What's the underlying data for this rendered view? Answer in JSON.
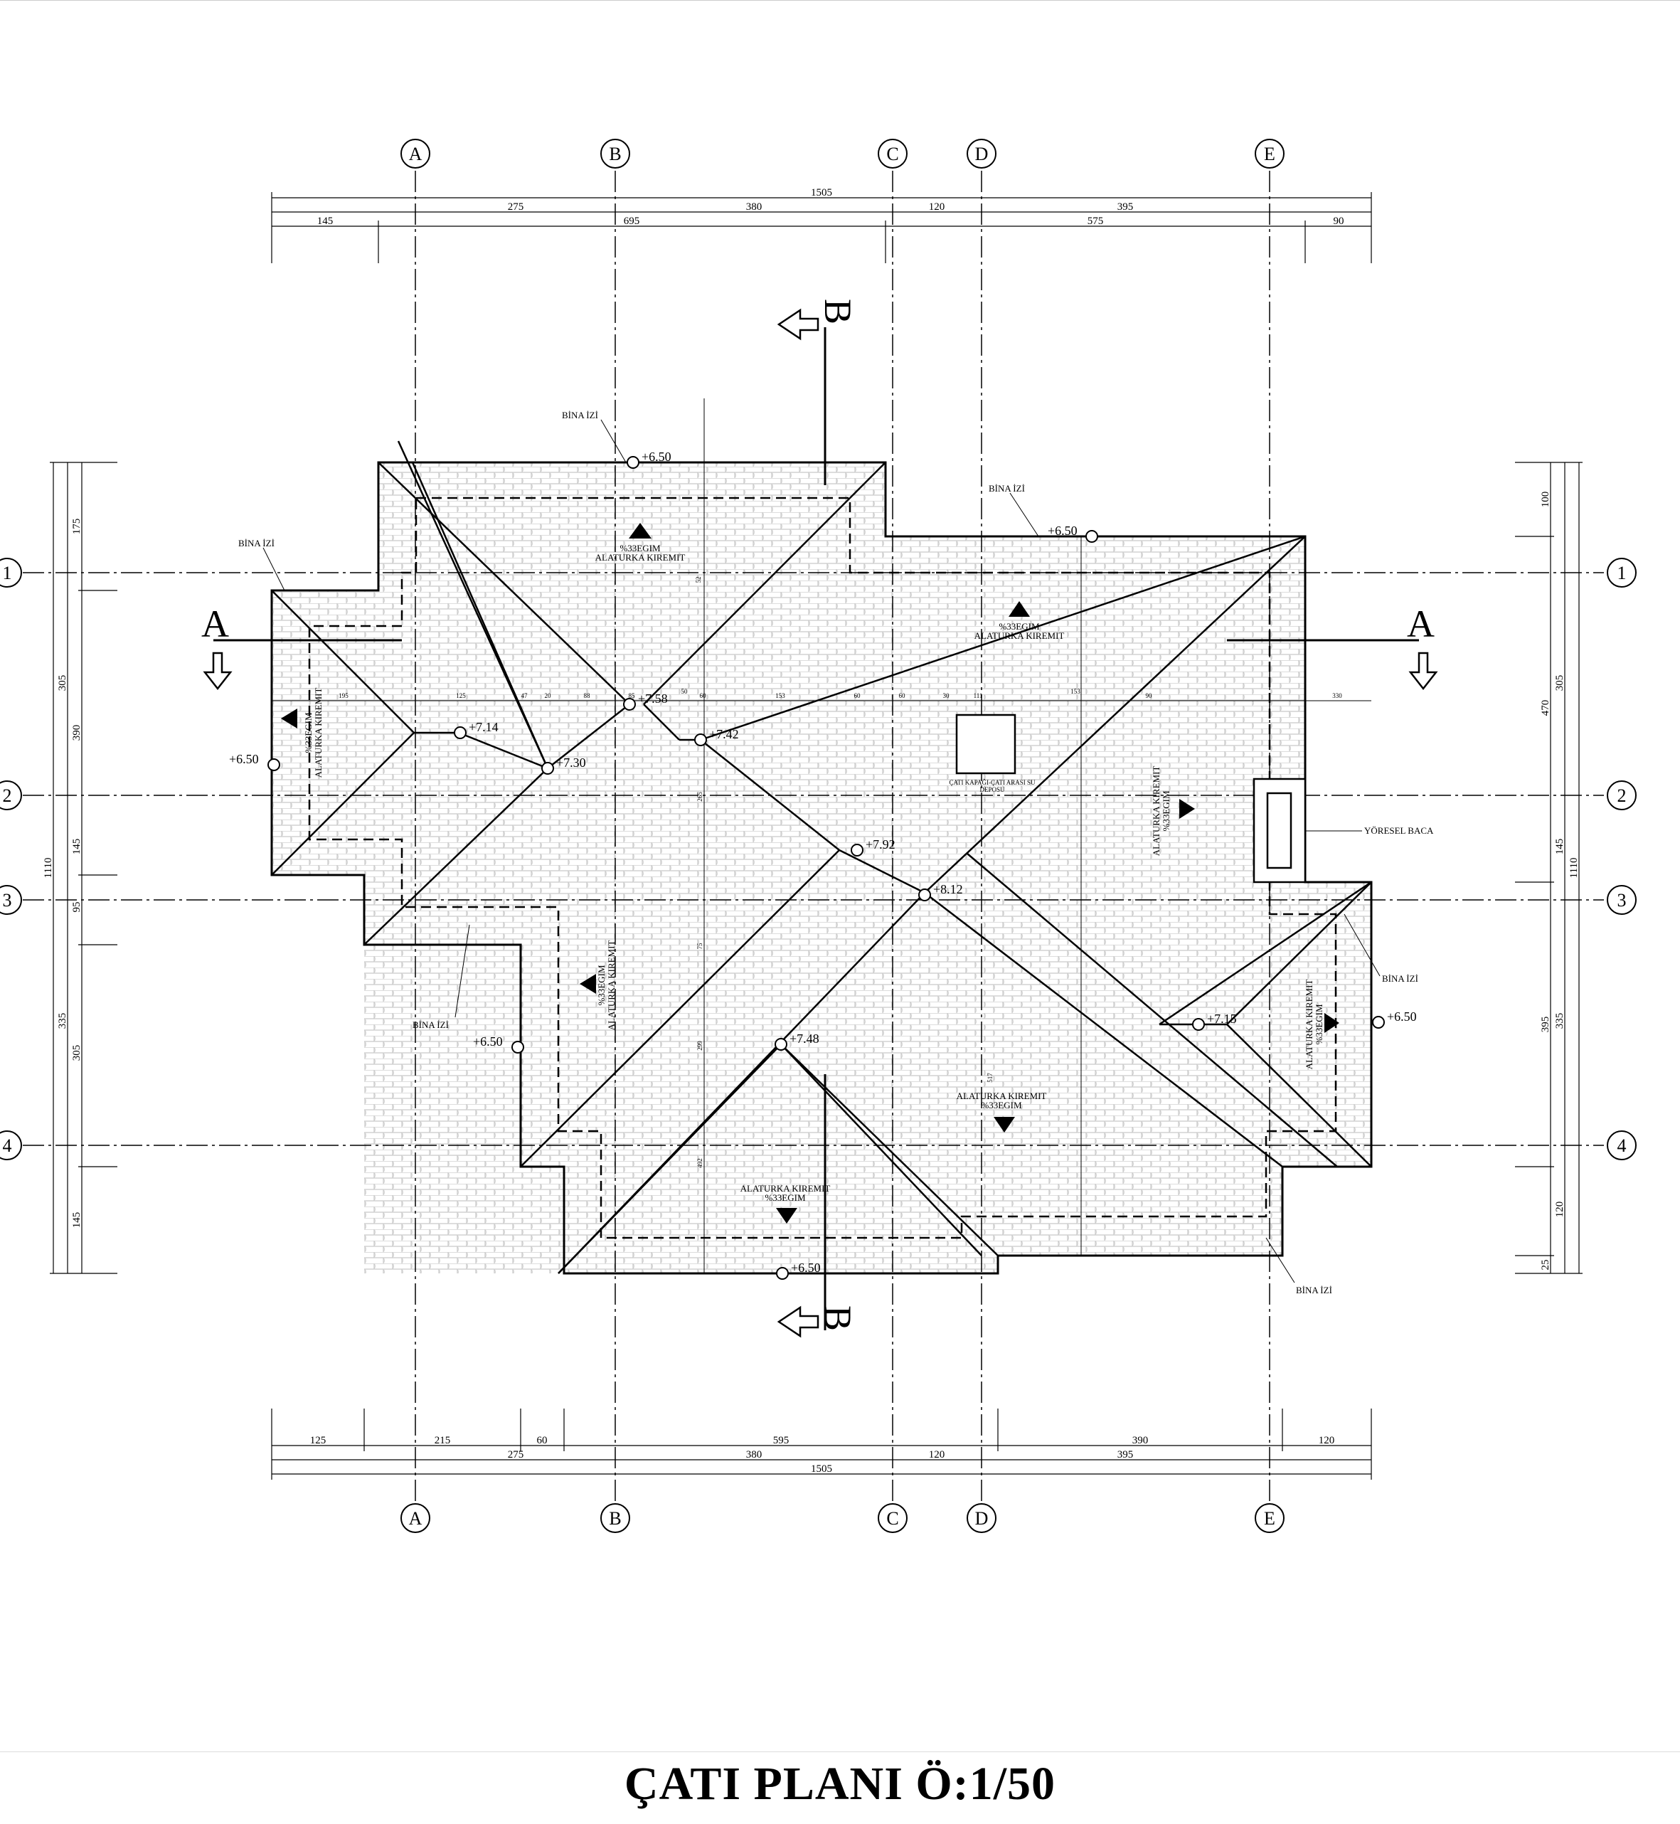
{
  "title": "ÇATI  PLANI Ö:1/50",
  "grid_axes": {
    "columns": [
      "A",
      "B",
      "C",
      "D",
      "E"
    ],
    "rows": [
      "1",
      "2",
      "3",
      "4"
    ]
  },
  "dims_top": {
    "total": "1505",
    "row2": [
      "275",
      "380",
      "120",
      "395"
    ],
    "row3": [
      "145",
      "695",
      "575",
      "90"
    ]
  },
  "dims_bottom": {
    "row1": [
      "125",
      "215",
      "60",
      "595",
      "390",
      "120"
    ],
    "row2": [
      "275",
      "380",
      "120",
      "395"
    ],
    "total": "1505"
  },
  "dims_left": {
    "outer": [
      "175",
      "305",
      "145",
      "335",
      "145"
    ],
    "mid": [
      "390",
      "95",
      "305"
    ],
    "total": "1110"
  },
  "dims_right": {
    "outer": [
      "100",
      "305",
      "145",
      "335",
      "120",
      "25"
    ],
    "mid": [
      "470",
      "395"
    ],
    "total": "1110"
  },
  "inner_dims": [
    "195",
    "125",
    "47",
    "20",
    "88",
    "85",
    "50",
    "60",
    "153",
    "60",
    "60",
    "30",
    "111",
    "153",
    "90",
    "330",
    "52",
    "265",
    "75",
    "299",
    "492",
    "517"
  ],
  "elevations": [
    "+6.50",
    "+6.50",
    "+6.50",
    "+6.50",
    "+6.50",
    "+6.50",
    "+7.14",
    "+7.30",
    "+7.58",
    "+7.42",
    "+7.92",
    "+8.12",
    "+7.48",
    "+7.15"
  ],
  "section_marks": [
    "A",
    "A",
    "B",
    "B"
  ],
  "labels": {
    "bina_izi": "BİNA İZİ",
    "yoresel_baca": "YÖRESEL BACA",
    "cati_kapagi": "ÇATI KAPAĞI-ÇATI ARASI SU",
    "cati_kapagi2": "DEPOSU",
    "slope": "%33EGIM",
    "tile": "ALATURKA KIREMIT"
  }
}
